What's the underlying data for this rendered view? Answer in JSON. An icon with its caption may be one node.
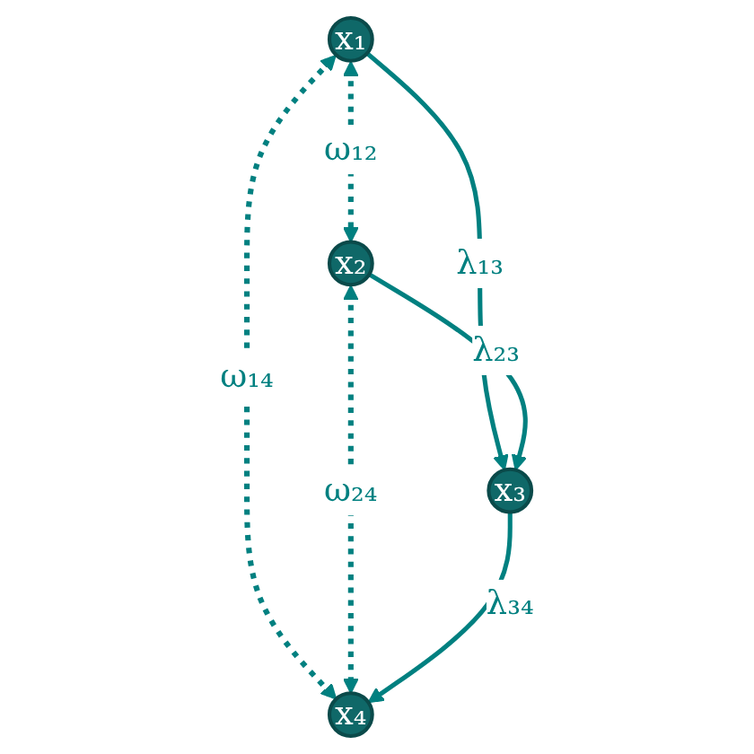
{
  "diagram": {
    "nodes": [
      {
        "text": [
          "x₁"
        ]
      },
      {
        "text": [
          "x₂"
        ]
      },
      {
        "text": [
          "x₃"
        ]
      },
      {
        "text": [
          "x₄"
        ]
      }
    ],
    "edges": [
      {
        "from": 0,
        "to": 1,
        "arrow": "both",
        "label": "ω₁₂",
        "style": "dashed"
      },
      {
        "from": 0,
        "to": 2,
        "arrow": "to",
        "label": "λ₁₃"
      },
      {
        "from": 1,
        "to": 2,
        "arrow": "to",
        "label": "λ₂₃"
      },
      {
        "from": 0,
        "to": 3,
        "arrow": "both",
        "label": "ω₁₄",
        "style": "dashed"
      },
      {
        "from": 1,
        "to": 3,
        "arrow": "both",
        "label": "ω₂₄",
        "style": "dashed"
      },
      {
        "from": 2,
        "to": 3,
        "arrow": "to",
        "label": "λ₃₄"
      }
    ]
  }
}
